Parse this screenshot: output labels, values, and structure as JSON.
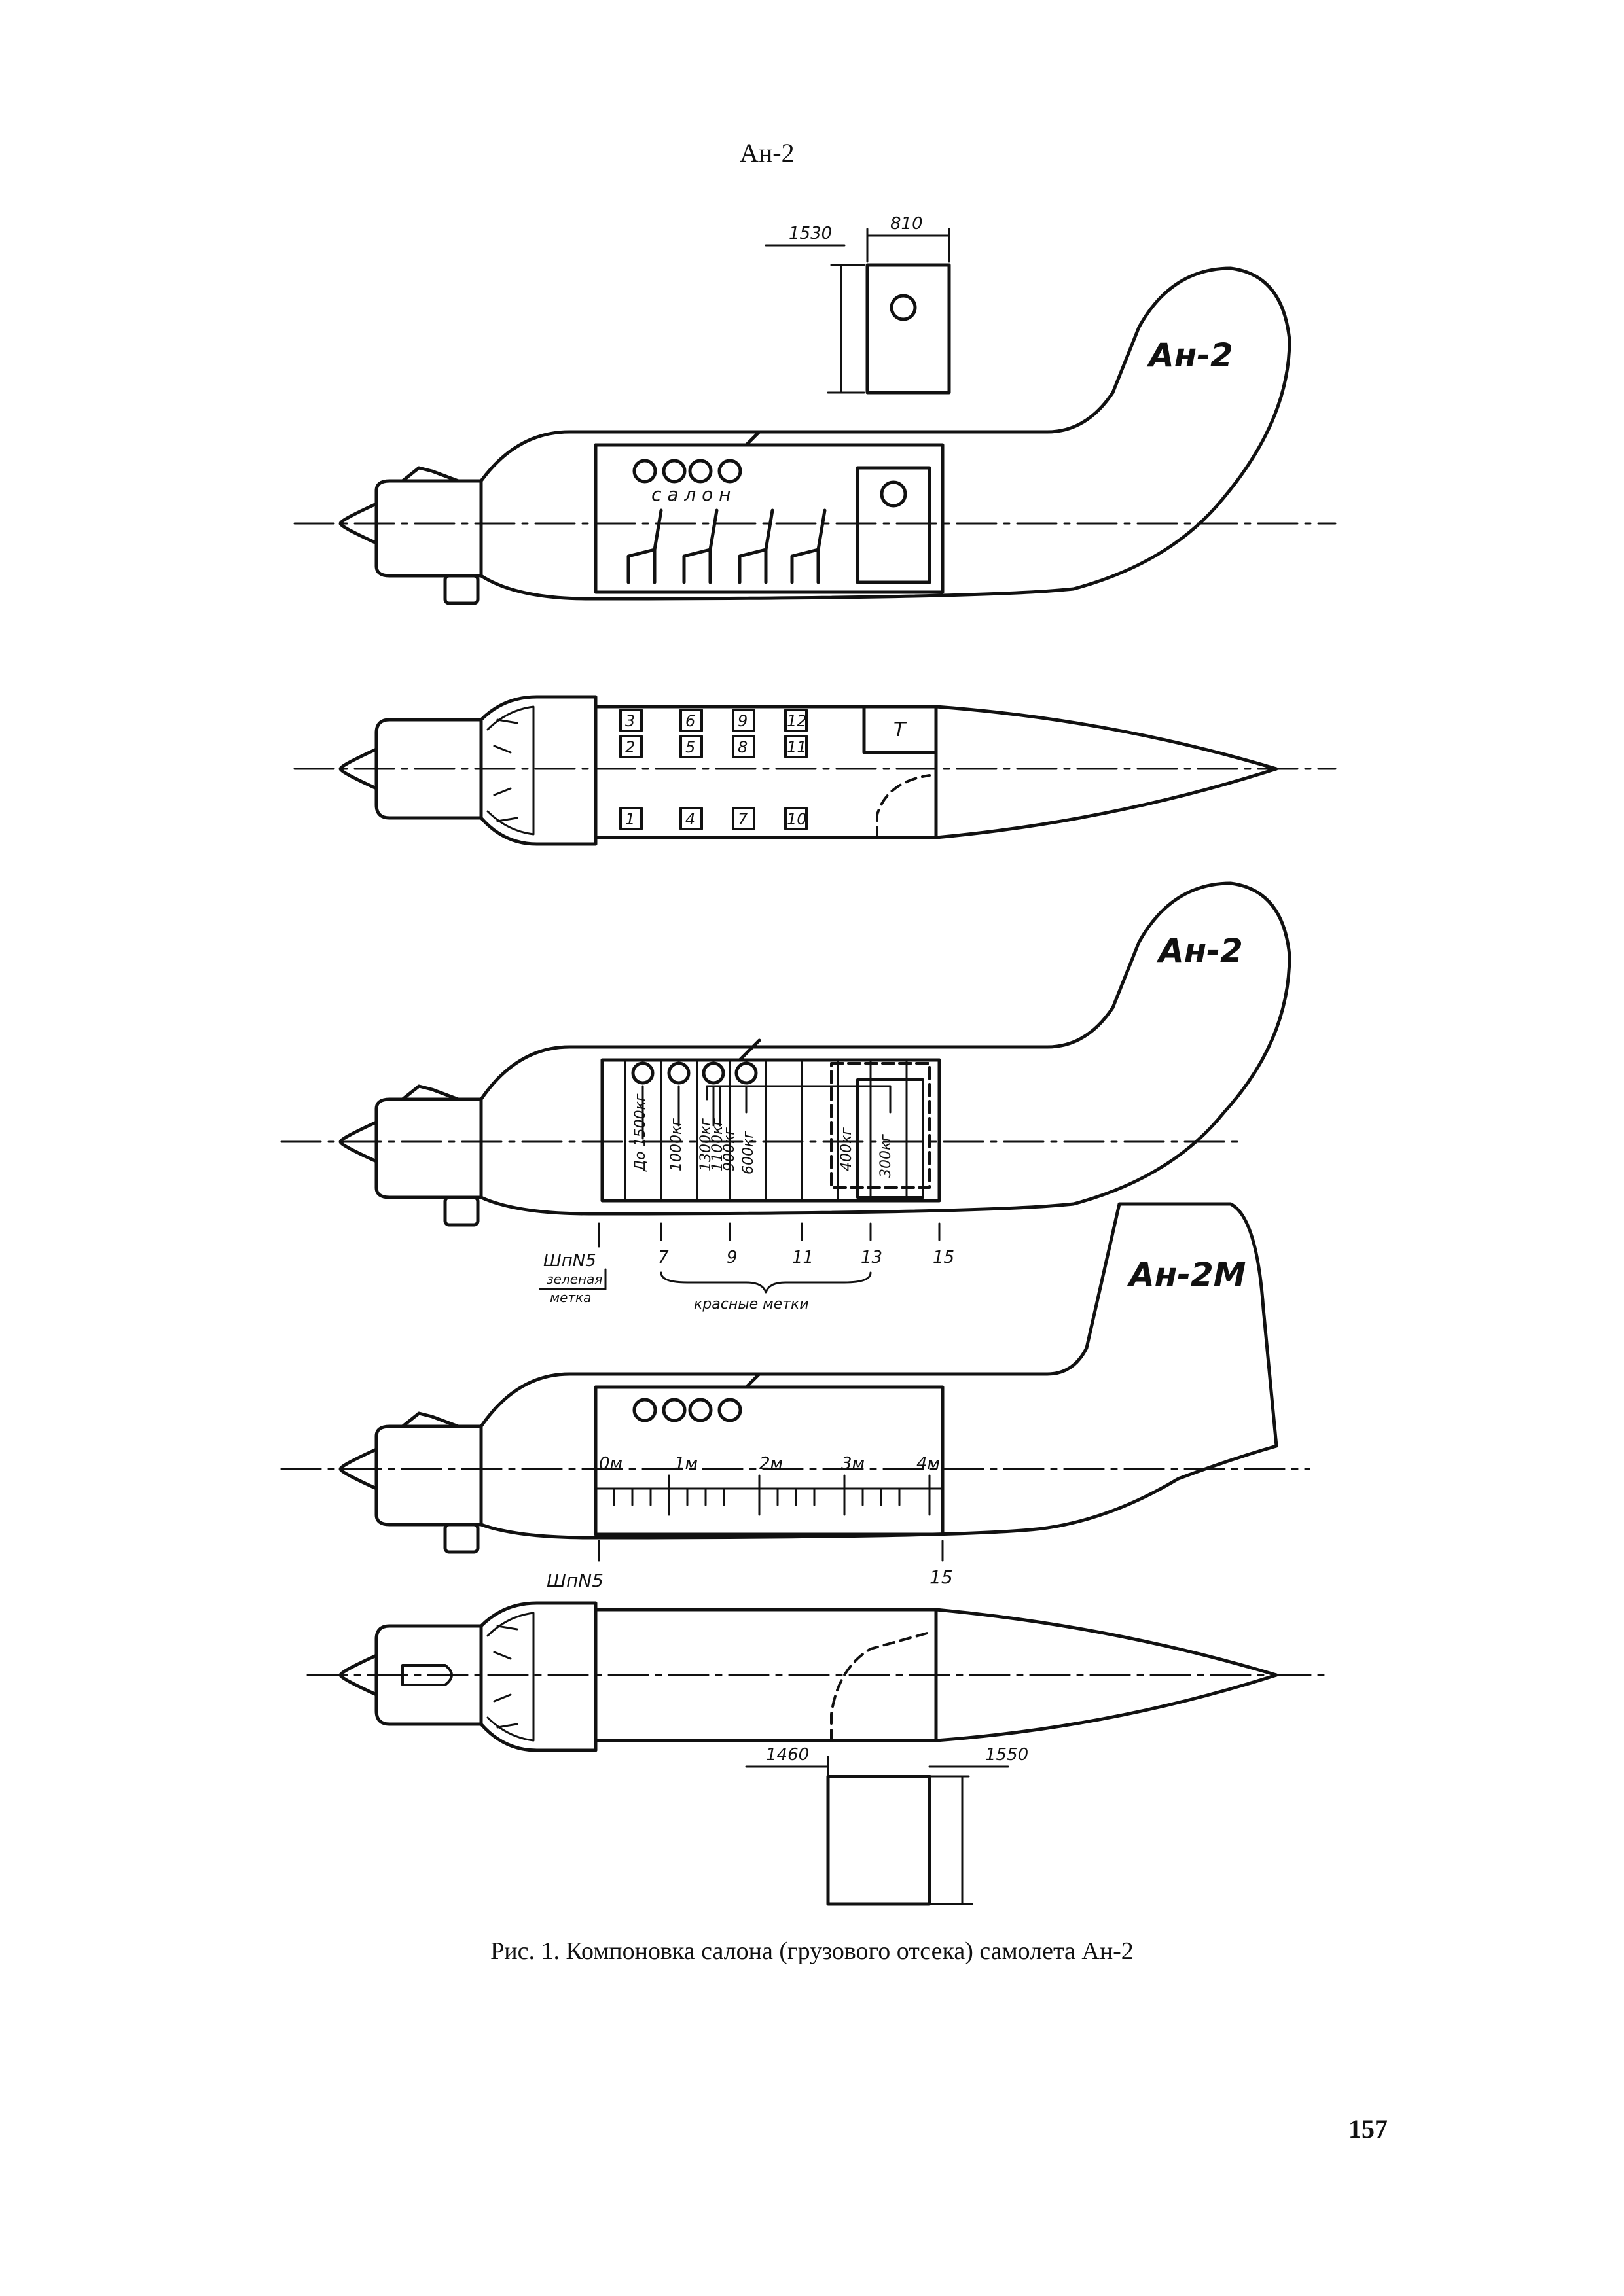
{
  "header": {
    "running_title": "Ан-2"
  },
  "views": {
    "v1": {
      "model": "Ан-2",
      "salon": "с а л о н",
      "dim_a": "1530",
      "dim_b": "810"
    },
    "v2": {
      "seats": [
        "3",
        "2",
        "6",
        "5",
        "9",
        "8",
        "12",
        "11",
        "1",
        "4",
        "7",
        "10"
      ],
      "toilet": "Т"
    },
    "v3": {
      "model": "Ан-2",
      "loads": [
        "До 1500кг",
        "1000кг",
        "1300кг",
        "1100кг",
        "900кг",
        "600кг",
        "400кг",
        "300кг"
      ],
      "frames": [
        "ШпN5",
        "7",
        "9",
        "11",
        "13",
        "15"
      ],
      "green_mark": [
        "зеленая",
        "метка"
      ],
      "red_marks": "красные метки"
    },
    "v4": {
      "model": "Ан-2М",
      "scale": [
        "0м",
        "1м",
        "2м",
        "3м",
        "4м"
      ],
      "frames": [
        "ШпN5",
        "15"
      ]
    },
    "v5": {
      "dim_a": "1460",
      "dim_b": "1550"
    }
  },
  "caption": "Рис. 1. Компоновка салона (грузового отсека) самолета Ан-2",
  "page_number": "157"
}
